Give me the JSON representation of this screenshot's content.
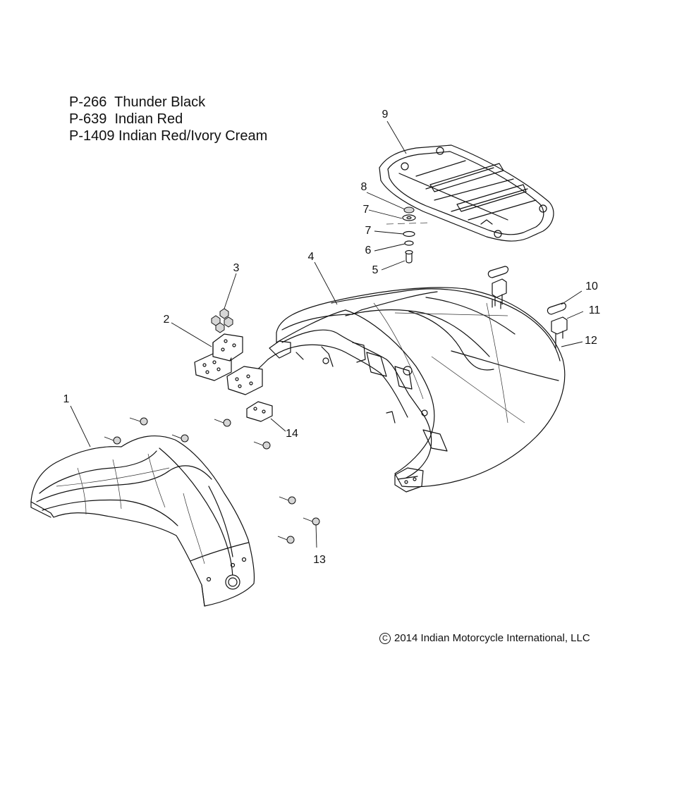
{
  "color_codes": [
    "P-266  Thunder Black",
    "P-639  Indian Red",
    "P-1409 Indian Red/Ivory Cream"
  ],
  "callouts": {
    "c1": "1",
    "c2": "2",
    "c3": "3",
    "c4": "4",
    "c5": "5",
    "c6": "6",
    "c7a": "7",
    "c7b": "7",
    "c8": "8",
    "c9": "9",
    "c10": "10",
    "c11": "11",
    "c12": "12",
    "c13": "13",
    "c14": "14"
  },
  "copyright": {
    "symbol": "C",
    "text": "2014 Indian Motorcycle International, LLC"
  }
}
